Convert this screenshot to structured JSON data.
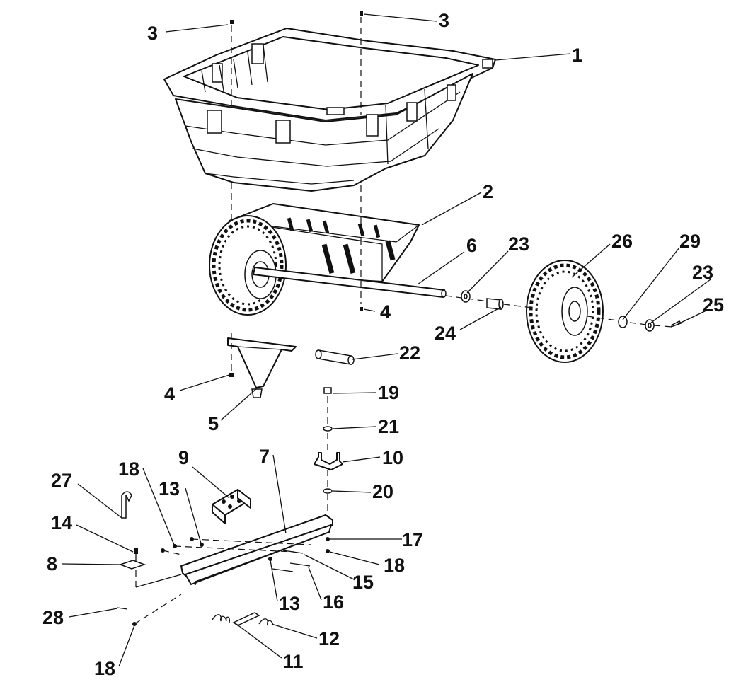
{
  "diagram": {
    "callouts": [
      {
        "id": "c3a",
        "text": "3"
      },
      {
        "id": "c3b",
        "text": "3"
      },
      {
        "id": "c1",
        "text": "1"
      },
      {
        "id": "c2",
        "text": "2"
      },
      {
        "id": "c6",
        "text": "6"
      },
      {
        "id": "c23a",
        "text": "23"
      },
      {
        "id": "c26",
        "text": "26"
      },
      {
        "id": "c29",
        "text": "29"
      },
      {
        "id": "c23b",
        "text": "23"
      },
      {
        "id": "c25",
        "text": "25"
      },
      {
        "id": "c4a",
        "text": "4"
      },
      {
        "id": "c24",
        "text": "24"
      },
      {
        "id": "c22",
        "text": "22"
      },
      {
        "id": "c4b",
        "text": "4"
      },
      {
        "id": "c5",
        "text": "5"
      },
      {
        "id": "c19",
        "text": "19"
      },
      {
        "id": "c21",
        "text": "21"
      },
      {
        "id": "c9",
        "text": "9"
      },
      {
        "id": "c7",
        "text": "7"
      },
      {
        "id": "c10",
        "text": "10"
      },
      {
        "id": "c18a",
        "text": "18"
      },
      {
        "id": "c27",
        "text": "27"
      },
      {
        "id": "c13a",
        "text": "13"
      },
      {
        "id": "c20",
        "text": "20"
      },
      {
        "id": "c14",
        "text": "14"
      },
      {
        "id": "c17",
        "text": "17"
      },
      {
        "id": "c8",
        "text": "8"
      },
      {
        "id": "c18b",
        "text": "18"
      },
      {
        "id": "c15",
        "text": "15"
      },
      {
        "id": "c13b",
        "text": "13"
      },
      {
        "id": "c16",
        "text": "16"
      },
      {
        "id": "c28",
        "text": "28"
      },
      {
        "id": "c12",
        "text": "12"
      },
      {
        "id": "c11",
        "text": "11"
      },
      {
        "id": "c18c",
        "text": "18"
      }
    ]
  }
}
